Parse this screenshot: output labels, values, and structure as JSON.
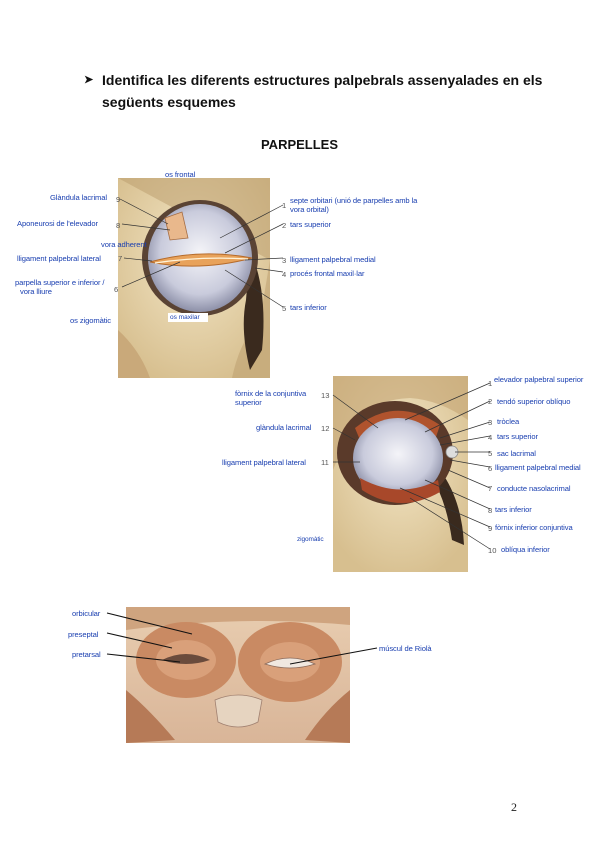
{
  "instruction": {
    "bullet": "➤",
    "line1": "Identifica les diferents estructures palpebrals assenyalades en els",
    "line2": "següents esquemes"
  },
  "section_title": "PARPELLES",
  "figure1": {
    "labels": {
      "os_frontal": "os frontal",
      "glandula": "Glàndula lacrimal",
      "aponeurosi": "Aponeurosi de l'elevador",
      "vora_adherent": "vora adherent",
      "lig_lateral": "lligament palpebral lateral",
      "parpella": "parpella superior e inferior /",
      "parpella2": "vora lliure",
      "os_zigomatic": "os zigomàtic",
      "os_maxilar": "os maxilar",
      "septe": "septe orbitari (unió de parpelles amb la",
      "septe2": "vora orbital)",
      "tars_sup": "tars superior",
      "lig_medial": "lligament palpebral medial",
      "proces": "procés frontal maxil·lar",
      "tars_inf": "tars inferior"
    },
    "numbers": [
      "1",
      "2",
      "3",
      "4",
      "5",
      "6",
      "7",
      "8",
      "9"
    ]
  },
  "figure2": {
    "labels": {
      "fornix_sup": "fòrnix de la conjuntiva",
      "fornix_sup2": "superior",
      "glandula": "glàndula lacrimal",
      "lig_lateral": "lligament palpebral lateral",
      "zigomatic": "zigomàtic",
      "elevador": "elevador palpebral superior",
      "tendo": "tendó superior oblíquo",
      "troclea": "tròclea",
      "tars_sup": "tars superior",
      "sac": "sac lacrimal",
      "lig_medial": "lligament palpebral medial",
      "conducte": "conducte nasolacrimal",
      "tars_inf": "tars inferior",
      "fornix_inf": "fòrnix inferior conjuntiva",
      "obliqua": "oblíqua inferior"
    },
    "numbers": [
      "1",
      "2",
      "3",
      "4",
      "5",
      "6",
      "7",
      "8",
      "9",
      "10",
      "11",
      "12",
      "13"
    ]
  },
  "figure3": {
    "labels": {
      "orbicular": "orbicular",
      "preseptal": "preseptal",
      "pretarsal": "pretarsal",
      "riola": "múscul de Riolà"
    }
  },
  "page_number": "2"
}
